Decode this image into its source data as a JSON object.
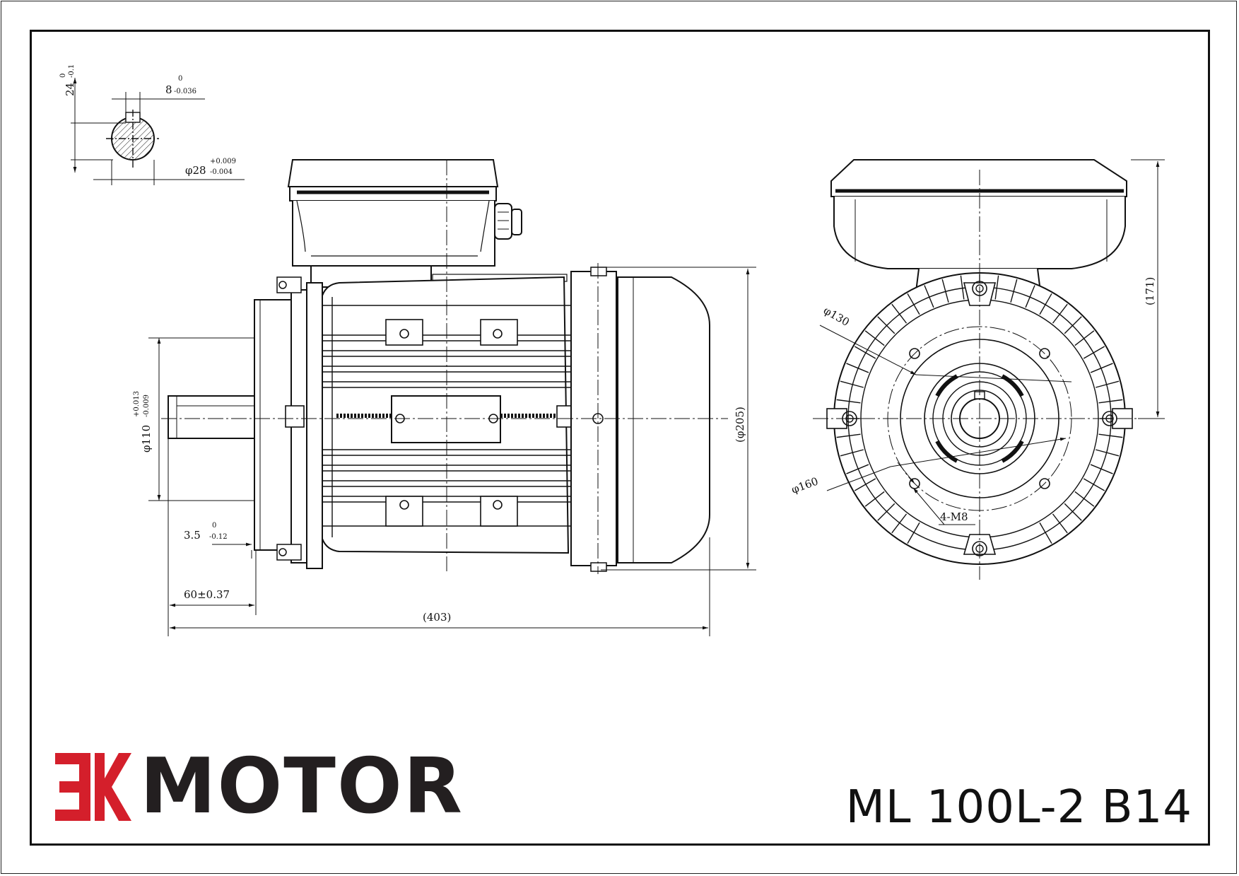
{
  "brand": {
    "mark": "3K",
    "name": "MOTOR",
    "mark_color": "#d41f2b",
    "name_color": "#231f20"
  },
  "model": "ML 100L-2 B14",
  "dimensions": {
    "key_height": "24",
    "key_height_tol_upper": "0",
    "key_height_tol_lower": "-0.1",
    "key_width": "8",
    "key_width_tol_upper": "0",
    "key_width_tol_lower": "-0.036",
    "shaft_dia": "φ28",
    "shaft_dia_tol_upper": "+0.009",
    "shaft_dia_tol_lower": "-0.004",
    "spigot_dia": "φ110",
    "spigot_dia_tol_upper": "+0.013",
    "spigot_dia_tol_lower": "-0.009",
    "spigot_depth": "3.5",
    "spigot_depth_tol_upper": "0",
    "spigot_depth_tol_lower": "-0.12",
    "shaft_length": "60±0.37",
    "overall_length": "(403)",
    "frame_dia": "(φ205)",
    "terminal_height": "(171)",
    "pcd_small": "φ130",
    "pcd_large": "φ160",
    "bolt_holes": "4-M8"
  }
}
